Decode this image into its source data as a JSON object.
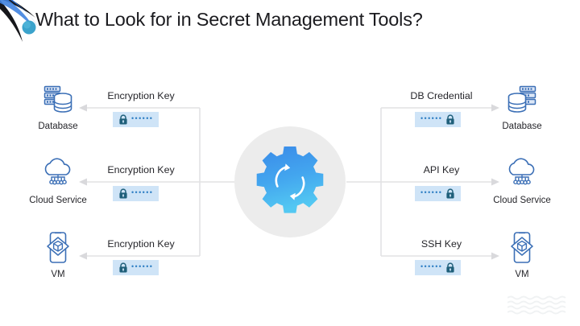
{
  "slide": {
    "title": "What to Look for in Secret Management Tools?",
    "background_color": "#ffffff",
    "title_color": "#1b1b1f"
  },
  "theme": {
    "pill_background": "#cfe4f7",
    "pill_lock_color": "#1f5f7a",
    "pill_dots_color": "#2f7fc4",
    "icon_blue": "#3b6fb6",
    "connector_color": "#e2e2e4",
    "hub_circle_color": "#ececec",
    "gear_gradient_top": "#3a8ae8",
    "gear_gradient_bottom": "#4fc3ef",
    "deco_black": "#16171b",
    "deco_blue": "#2b6fd4",
    "deco_dot": "#3ba3cc",
    "wave_color": "#eef0f2"
  },
  "hub": {
    "name": "secret-management-tool",
    "icon": "gear-sync-icon"
  },
  "left_flows": [
    {
      "node_label": "Database",
      "node_icon": "database-icon",
      "flow_label": "Encryption Key",
      "secret_mask": "••••••",
      "secret_icon": "lock-icon",
      "direction": "left"
    },
    {
      "node_label": "Cloud Service",
      "node_icon": "cloud-service-icon",
      "flow_label": "Encryption Key",
      "secret_mask": "••••••",
      "secret_icon": "lock-icon",
      "direction": "left"
    },
    {
      "node_label": "VM",
      "node_icon": "virtual-machine-icon",
      "flow_label": "Encryption Key",
      "secret_mask": "••••••",
      "secret_icon": "lock-icon",
      "direction": "left"
    }
  ],
  "right_flows": [
    {
      "node_label": "Database",
      "node_icon": "database-icon",
      "flow_label": "DB Credential",
      "secret_mask": "••••••",
      "secret_icon": "lock-icon",
      "direction": "right"
    },
    {
      "node_label": "Cloud Service",
      "node_icon": "cloud-service-icon",
      "flow_label": "API Key",
      "secret_mask": "••••••",
      "secret_icon": "lock-icon",
      "direction": "right"
    },
    {
      "node_label": "VM",
      "node_icon": "virtual-machine-icon",
      "flow_label": "SSH Key",
      "secret_mask": "••••••",
      "secret_icon": "lock-icon",
      "direction": "right"
    }
  ],
  "decorations": {
    "corner_swoosh": "corner-swoosh-decoration",
    "wave_pattern": "wave-pattern-decoration"
  }
}
